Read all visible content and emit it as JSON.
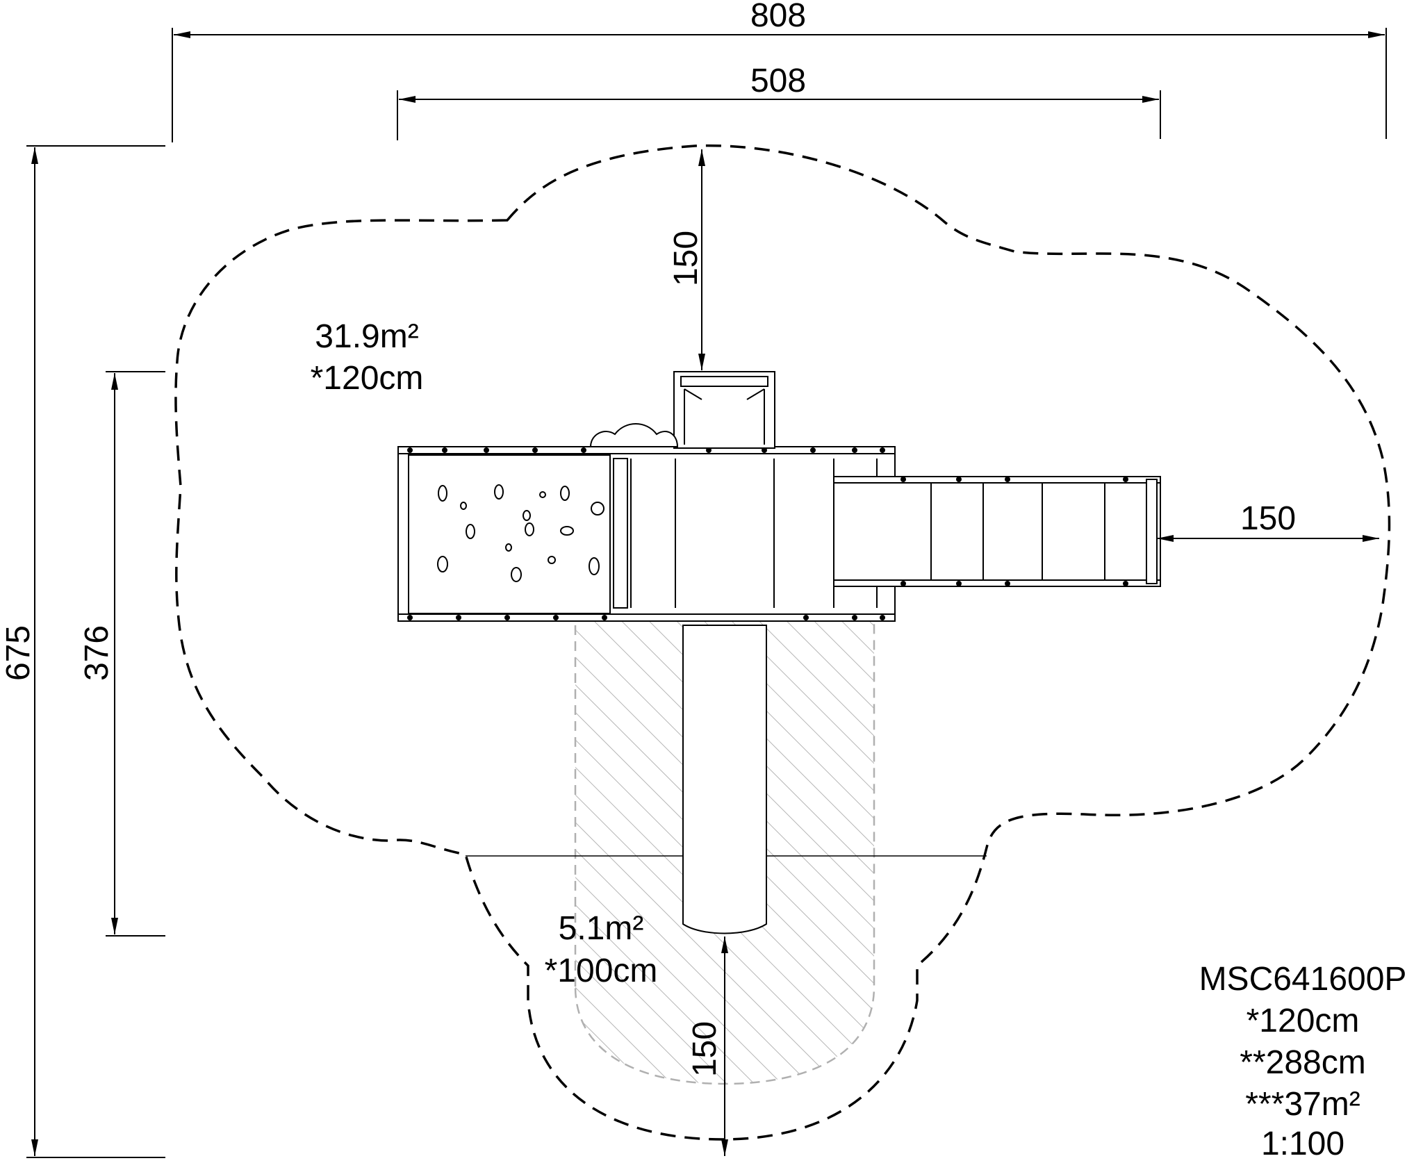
{
  "dimensions": {
    "overall_width": "808",
    "inner_width": "508",
    "overall_height": "675",
    "inner_height": "376",
    "top_clearance": "150",
    "right_clearance": "150",
    "bottom_clearance": "150"
  },
  "areas": {
    "main_area": "31.9m²",
    "main_fall_height": "*120cm",
    "slide_area": "5.1m²",
    "slide_fall_height": "*100cm"
  },
  "spec": {
    "model": "MSC641600P",
    "fall_height": "*120cm",
    "total_height": "**288cm",
    "total_area": "***37m²",
    "scale": "1:100"
  }
}
